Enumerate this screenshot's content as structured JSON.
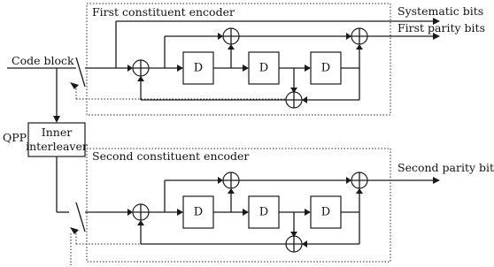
{
  "diagram": {
    "first_encoder_title": "First constituent encoder",
    "second_encoder_title": "Second constituent encoder",
    "systematic_output": "Systematic bits",
    "first_parity_output": "First parity bits",
    "second_parity_output": "Second parity bits",
    "input_label": "Code block",
    "qpp_label": "QPP",
    "interleaver_line1": "Inner",
    "interleaver_line2": "interleaver",
    "delay_label": "D"
  }
}
